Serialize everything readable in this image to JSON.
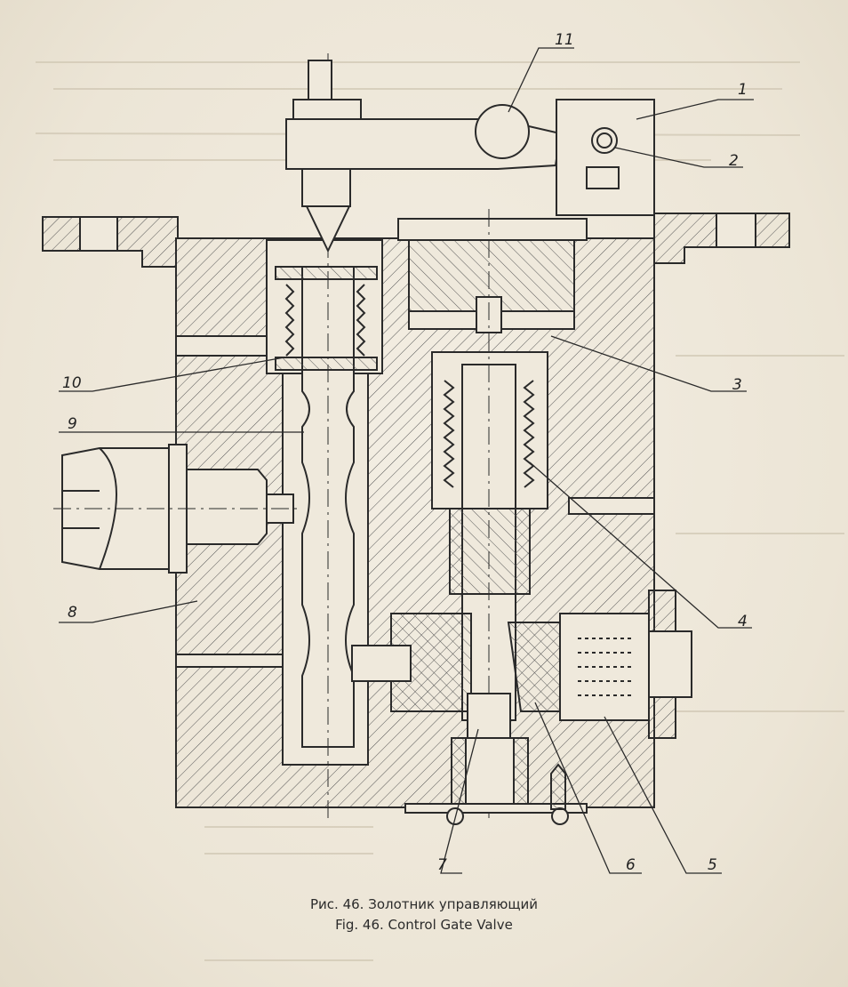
{
  "figure": {
    "caption_ru": "Рис. 46. Золотник управляющий",
    "caption_en": "Fig. 46. Control Gate Valve"
  },
  "callouts": [
    "1",
    "2",
    "3",
    "4",
    "5",
    "6",
    "7",
    "8",
    "9",
    "10",
    "11"
  ],
  "colors": {
    "ink": "#2a2a2a",
    "paper": "#efe9dc",
    "hatch": "#555555"
  }
}
